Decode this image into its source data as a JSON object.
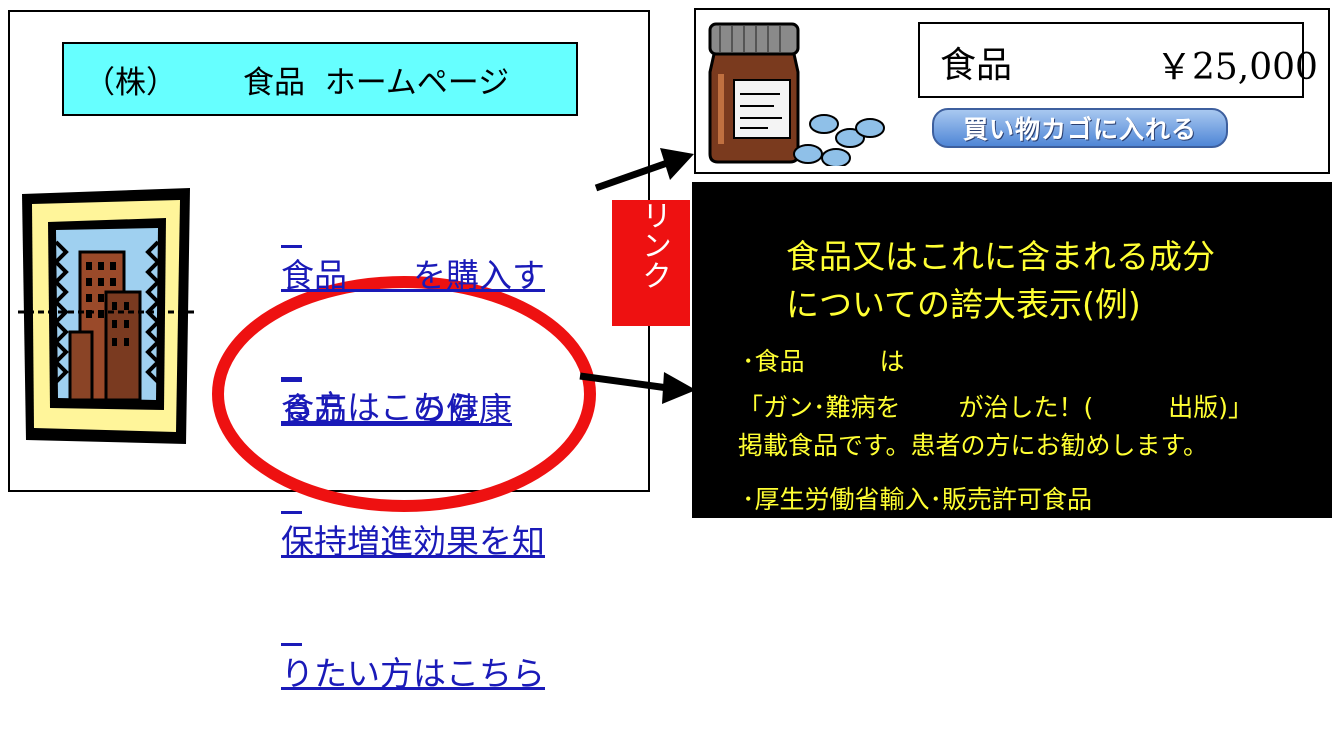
{
  "homepage": {
    "title_paren": "（株）",
    "title_name": "食品  ホームページ",
    "link_purchase": [
      "食品　　を購入す",
      "る方はこちら"
    ],
    "link_health": [
      "食品　　の健康",
      "保持増進効果を知",
      "りたい方はこちら"
    ]
  },
  "product": {
    "name": "食品",
    "price": "￥25,000",
    "cart_button": "買い物カゴに入れる"
  },
  "link_tag": "リンク",
  "claim": {
    "title": [
      "食品又はこれに含まれる成分",
      "についての誇大表示(例)"
    ],
    "bullet1": [
      "･食品　　　は",
      "「ガン･難病を　　 が治した！(　　　出版)」",
      "掲載食品です。患者の方にお勧めします。"
    ],
    "bullet2": "･厚生労働省輸入･販売許可食品"
  },
  "colors": {
    "title_bg": "#66ffff",
    "link": "#1a1ab8",
    "highlight_ellipse": "#ee1111",
    "claim_bg": "#000000",
    "claim_text": "#ffff33"
  },
  "icons": [
    "office-building-clipart-icon",
    "medicine-bottle-clipart-icon",
    "pills-icon",
    "arrow-icon"
  ]
}
